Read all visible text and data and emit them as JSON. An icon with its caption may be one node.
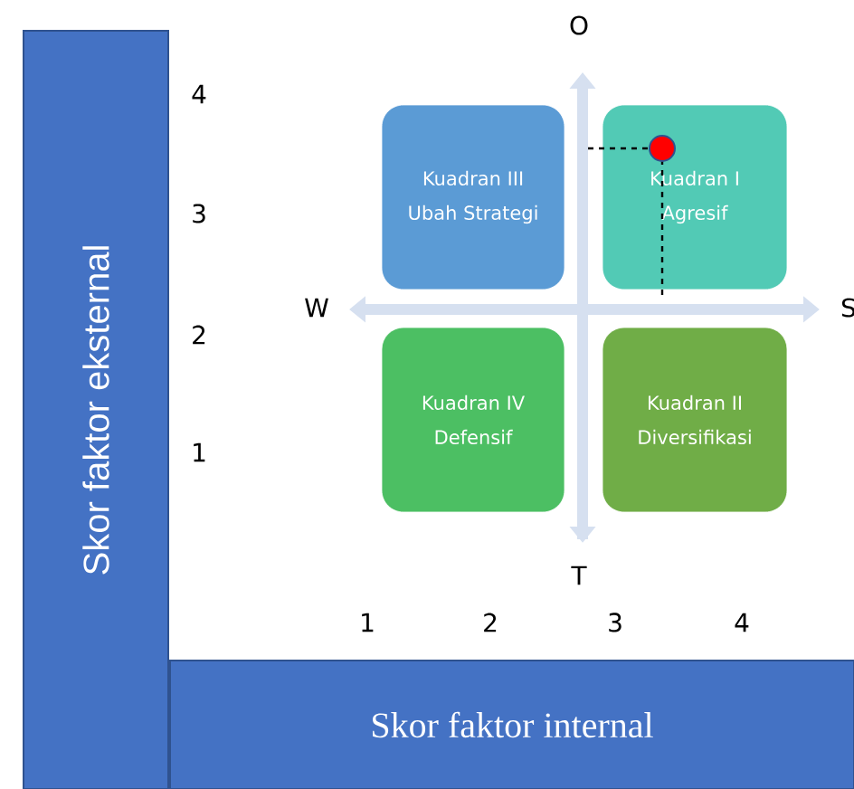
{
  "diagram": {
    "nodes": [
      {
        "text": [
          "Skor faktor eksternal"
        ]
      },
      {
        "text": [
          "Skor faktor internal"
        ]
      },
      {
        "text": [
          "Kuadran III",
          "Ubah Strategi"
        ]
      },
      {
        "text": [
          "Kuadran I",
          "Agresif"
        ]
      },
      {
        "text": [
          "Kuadran IV",
          "Defensif"
        ]
      },
      {
        "text": [
          "Kuadran II",
          "Diversifikasi"
        ]
      }
    ],
    "labels": [
      "O",
      "4",
      "3",
      "W",
      "S",
      "2",
      "1",
      "T",
      "1",
      "2",
      "3",
      "4"
    ]
  }
}
